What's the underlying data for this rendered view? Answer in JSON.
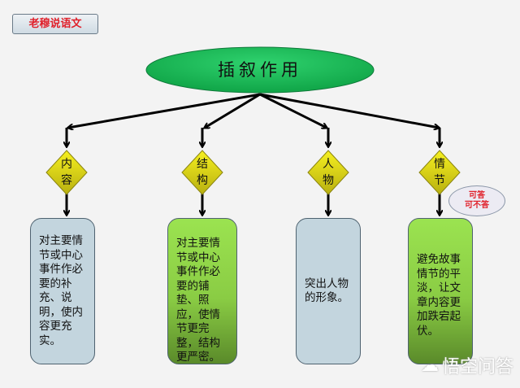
{
  "tag": "老穆说语文",
  "title": "插叙作用",
  "branches": [
    {
      "label": [
        "内",
        "容"
      ],
      "text": "对主要情节或中心事件作必要的补充、说明，使内容更充实。",
      "color": "blue"
    },
    {
      "label": [
        "结",
        "构"
      ],
      "text": "对主要情节或中心事件作必要的铺垫、照应，使情节更完整，结构更严密。",
      "color": "green"
    },
    {
      "label": [
        "人",
        "物"
      ],
      "text": "突出人物的形象。",
      "color": "blue"
    },
    {
      "label": [
        "情",
        "节"
      ],
      "text": "避免故事情节的平淡，让文章内容更加跌宕起伏。",
      "color": "green"
    }
  ],
  "callout": [
    "可答",
    "可不答"
  ],
  "watermark": "悟空问答",
  "colors": {
    "ellipse": "#1fbf60",
    "diamond": "#e6e020",
    "blue_box": "#c3d5de",
    "green_box": "#8acc44",
    "accent_red": "#e0202a"
  }
}
